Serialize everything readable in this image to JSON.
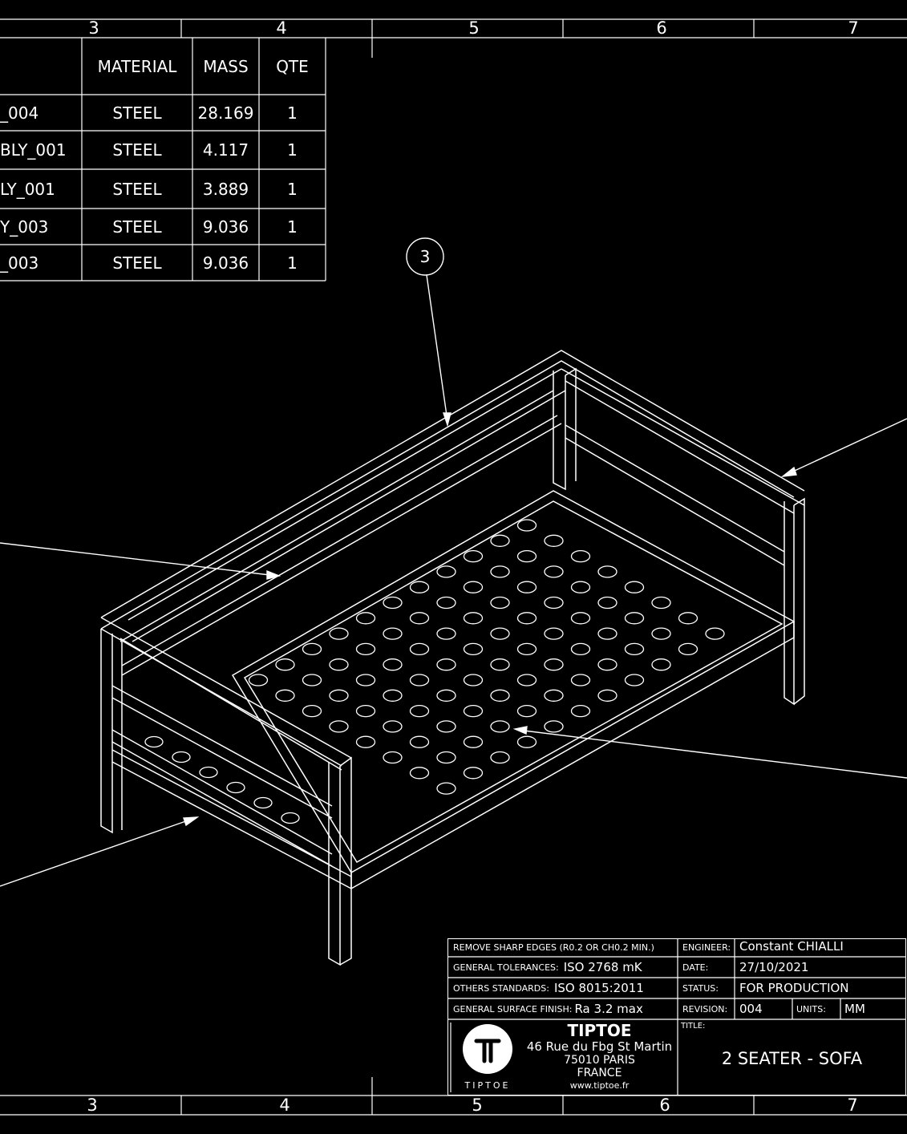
{
  "border": {
    "zones_top": [
      "3",
      "4",
      "5",
      "6",
      "7"
    ],
    "zones_bottom": [
      "3",
      "4",
      "5",
      "6",
      "7"
    ]
  },
  "bom": {
    "headers": {
      "material": "MATERIAL",
      "mass": "MASS",
      "qty": "QTE"
    },
    "rows": [
      {
        "part": "_004",
        "material": "STEEL",
        "mass": "28.169",
        "qty": "1"
      },
      {
        "part": "BLY_001",
        "material": "STEEL",
        "mass": "4.117",
        "qty": "1"
      },
      {
        "part": "LY_001",
        "material": "STEEL",
        "mass": "3.889",
        "qty": "1"
      },
      {
        "part": "Y_003",
        "material": "STEEL",
        "mass": "9.036",
        "qty": "1"
      },
      {
        "part": "_003",
        "material": "STEEL",
        "mass": "9.036",
        "qty": "1"
      }
    ]
  },
  "balloon": {
    "number": "3"
  },
  "title_block": {
    "notes": [
      {
        "label": "REMOVE SHARP EDGES (R0.2 OR CH0.2 MIN.)",
        "value": ""
      },
      {
        "label": "GENERAL TOLERANCES:",
        "value": "ISO 2768 mK"
      },
      {
        "label": "OTHERS STANDARDS:",
        "value": "ISO 8015:2011"
      },
      {
        "label": "GENERAL SURFACE FINISH:",
        "value": "Ra 3.2 max"
      }
    ],
    "engineer_label": "ENGINEER:",
    "engineer": "Constant CHIALLI",
    "date_label": "DATE:",
    "date": "27/10/2021",
    "status_label": "STATUS:",
    "status": "FOR PRODUCTION",
    "revision_label": "REVISION:",
    "revision": "004",
    "units_label": "UNITS:",
    "units": "MM",
    "title_label": "TITLE:",
    "title": "2 SEATER - SOFA",
    "company": {
      "logo_text": "TIPTOE",
      "name": "TIPTOE",
      "address1": "46 Rue du Fbg St Martin",
      "address2": "75010 PARIS",
      "country": "FRANCE",
      "website": "www.tiptoe.fr"
    }
  },
  "colors": {
    "background": "#000000",
    "line": "#ffffff"
  }
}
